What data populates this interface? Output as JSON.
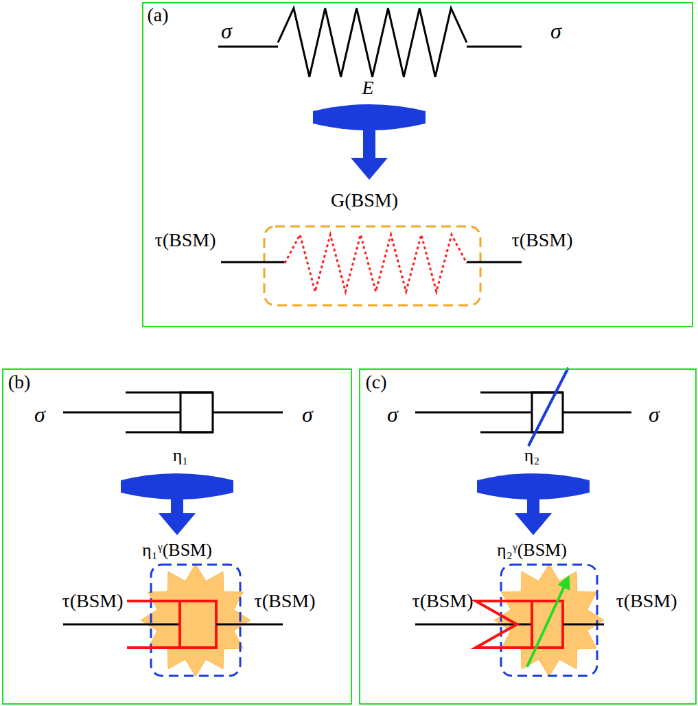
{
  "diagram": {
    "nodes": [
      {
        "text": [
          "(a)",
          "σ",
          "σ",
          "E",
          "G(BSM)",
          "τ(BSM)",
          "τ(BSM)"
        ]
      },
      {
        "text": [
          "(b)",
          "σ",
          "σ",
          "η₁",
          "η₁ᵞ(BSM)",
          "τ(BSM)",
          "τ(BSM)"
        ]
      },
      {
        "text": [
          "(c)",
          "σ",
          "σ",
          "η₂",
          "η₂ᵞ(BSM)",
          "τ(BSM)",
          "τ(BSM)"
        ]
      }
    ]
  }
}
